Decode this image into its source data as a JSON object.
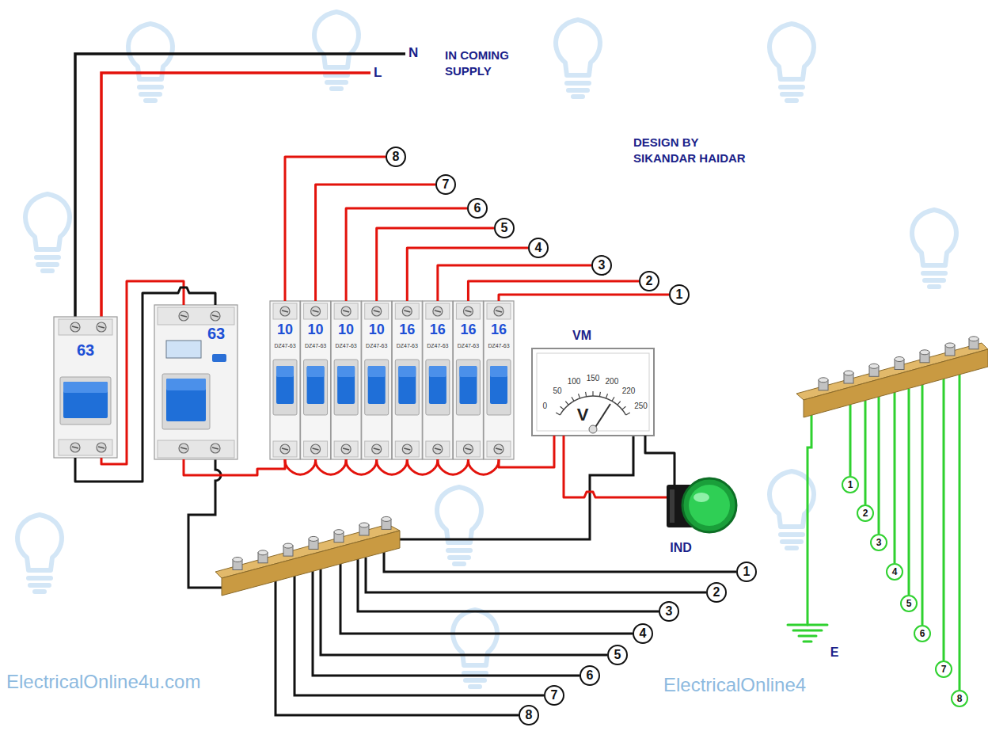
{
  "diagram": {
    "nodes": [
      {
        "text": [
          "8"
        ]
      },
      {
        "text": [
          "7"
        ]
      },
      {
        "text": [
          "6"
        ]
      },
      {
        "text": [
          "5"
        ]
      },
      {
        "text": [
          "4"
        ]
      },
      {
        "text": [
          "3"
        ]
      },
      {
        "text": [
          "2"
        ]
      },
      {
        "text": [
          "1"
        ]
      },
      {
        "text": [
          "63"
        ]
      },
      {
        "text": [
          "63"
        ]
      },
      {
        "text": [
          "10",
          "DZ47-63"
        ]
      },
      {
        "text": [
          "10",
          "DZ47-63"
        ]
      },
      {
        "text": [
          "10",
          "DZ47-63"
        ]
      },
      {
        "text": [
          "10",
          "DZ47-63"
        ]
      },
      {
        "text": [
          "16",
          "DZ47-63"
        ]
      },
      {
        "text": [
          "16",
          "DZ47-63"
        ]
      },
      {
        "text": [
          "16",
          "DZ47-63"
        ]
      },
      {
        "text": [
          "16",
          "DZ47-63"
        ]
      },
      {
        "text": [
          "VM",
          "0",
          "50",
          "100",
          "150",
          "200",
          "220",
          "250",
          "V"
        ]
      },
      {
        "text": [
          "IND"
        ]
      },
      {
        "text": [
          "1"
        ]
      },
      {
        "text": [
          "2"
        ]
      },
      {
        "text": [
          "3"
        ]
      },
      {
        "text": [
          "4"
        ]
      },
      {
        "text": [
          "5"
        ]
      },
      {
        "text": [
          "6"
        ]
      },
      {
        "text": [
          "7"
        ]
      },
      {
        "text": [
          "8"
        ]
      },
      {
        "text": [
          "E"
        ]
      },
      {
        "text": [
          "1"
        ]
      },
      {
        "text": [
          "2"
        ]
      },
      {
        "text": [
          "3"
        ]
      },
      {
        "text": [
          "4"
        ]
      },
      {
        "text": [
          "5"
        ]
      },
      {
        "text": [
          "6"
        ]
      },
      {
        "text": [
          "7"
        ]
      },
      {
        "text": [
          "8"
        ]
      }
    ],
    "edges": [
      {
        "from": 10,
        "to": 0,
        "arrow": "none"
      },
      {
        "from": 11,
        "to": 1,
        "arrow": "none"
      },
      {
        "from": 12,
        "to": 2,
        "arrow": "none"
      },
      {
        "from": 13,
        "to": 3,
        "arrow": "none"
      },
      {
        "from": 14,
        "to": 4,
        "arrow": "none"
      },
      {
        "from": 15,
        "to": 5,
        "arrow": "none"
      },
      {
        "from": 16,
        "to": 6,
        "arrow": "none"
      },
      {
        "from": 17,
        "to": 7,
        "arrow": "none"
      },
      {
        "from": 8,
        "to": 9,
        "arrow": "none"
      },
      {
        "from": 8,
        "to": 9,
        "arrow": "none"
      },
      {
        "from": 9,
        "to": 10,
        "arrow": "none"
      },
      {
        "from": 10,
        "to": 11,
        "arrow": "none"
      },
      {
        "from": 11,
        "to": 12,
        "arrow": "none"
      },
      {
        "from": 12,
        "to": 13,
        "arrow": "none"
      },
      {
        "from": 13,
        "to": 14,
        "arrow": "none"
      },
      {
        "from": 14,
        "to": 15,
        "arrow": "none"
      },
      {
        "from": 15,
        "to": 16,
        "arrow": "none"
      },
      {
        "from": 16,
        "to": 17,
        "arrow": "none"
      },
      {
        "from": 17,
        "to": 18,
        "arrow": "none"
      },
      {
        "from": 18,
        "to": 19,
        "arrow": "none"
      },
      {
        "from": 18,
        "to": 19,
        "arrow": "none"
      }
    ],
    "labels": [
      "N",
      "L",
      "IN COMING SUPPLY",
      "DESIGN BY SIKANDAR HAIDAR",
      "ElectricalOnline4u.com",
      "ElectricalOnline4"
    ]
  }
}
